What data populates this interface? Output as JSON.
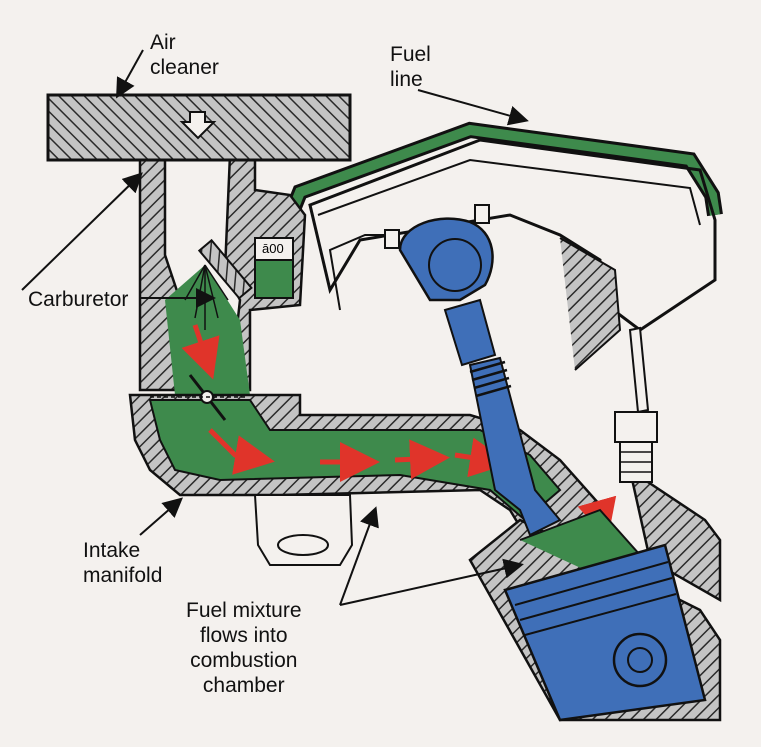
{
  "labels": {
    "air_cleaner": "Air\ncleaner",
    "fuel_line": "Fuel\nline",
    "carburetor": "Carburetor",
    "intake_manifold": "Intake\nmanifold",
    "fuel_mixture": "Fuel mixture\nflows into\ncombustion\nchamber",
    "bowl_mark": "ā00"
  },
  "colors": {
    "fuel_green": "#3e8a4c",
    "part_blue": "#3f6fb8",
    "hatch_bg": "#b9b9b9",
    "arrow_red": "#e0342a",
    "page_bg": "#f4f1ee"
  }
}
